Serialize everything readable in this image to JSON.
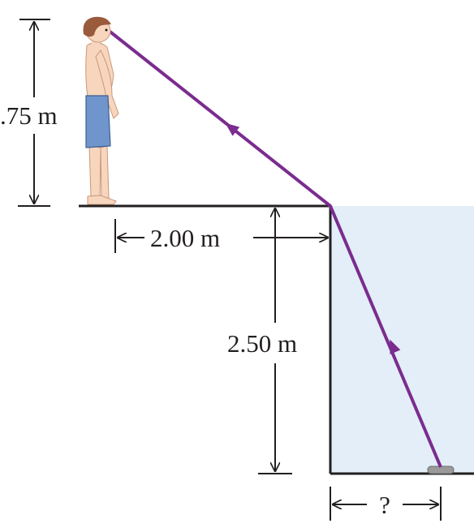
{
  "labels": {
    "person_height": ".75 m",
    "horizontal_distance": "2.00 m",
    "water_depth": "2.50 m",
    "unknown_distance": "?"
  },
  "colors": {
    "ray": "#7b2c8f",
    "water": "#e3eef8",
    "line": "#231f20",
    "skin": "#f7d6bd",
    "shorts": "#6f95cc",
    "hair": "#9a5a3c",
    "stone": "#9a9a9a"
  }
}
